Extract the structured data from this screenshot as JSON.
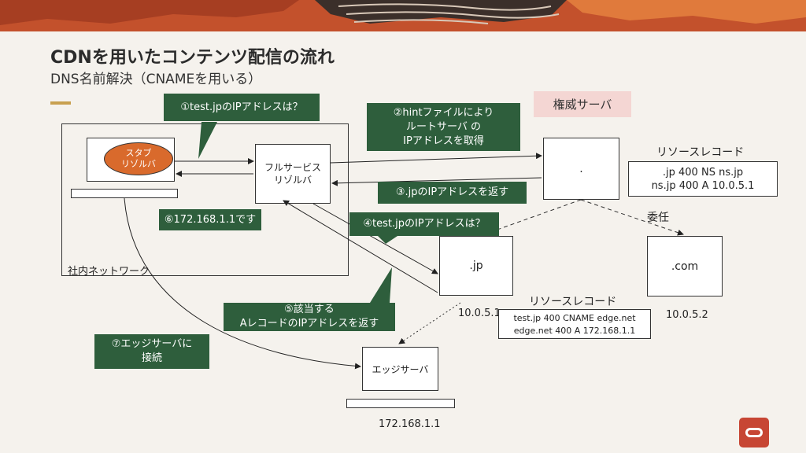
{
  "header": {
    "title": "CDNを用いたコンテンツ配信の流れ",
    "subtitle": "DNS名前解決（CNAMEを用いる）"
  },
  "network": {
    "label": "社内ネットワーク",
    "stub_resolver": "スタブ\nリゾルバ",
    "full_service_resolver": "フルサービス\nリゾルバ"
  },
  "servers": {
    "authoritative_label": "権威サーバ",
    "root_label": ".",
    "jp_label": ".jp",
    "com_label": ".com",
    "edge_label": "エッジサーバ",
    "jp_ip": "10.0.5.1",
    "com_ip": "10.0.5.2",
    "edge_ip": "172.168.1.1",
    "delegation_label": "委任"
  },
  "records": {
    "root_title": "リソースレコード",
    "root_lines": [
      ".jp  400 NS ns.jp",
      "ns.jp 400 A 10.0.5.1"
    ],
    "jp_title": "リソースレコード",
    "jp_lines": [
      "test.jp  400 CNAME edge.net",
      "edge.net 400 A 172.168.1.1"
    ]
  },
  "steps": {
    "s1": "①test.jpのIPアドレスは？",
    "s2": "②hintファイルにより\nルートサーバ の\nIPアドレスを取得",
    "s3": "③.jpのIPアドレスを返す",
    "s4": "④test.jpのIPアドレスは？",
    "s5": "⑤該当する\nAレコードのIPアドレスを返す",
    "s6": "⑥172.168.1.1です",
    "s7": "⑦エッジサーバに\n接続"
  },
  "colors": {
    "step_box": "#2e5e3c",
    "stub_resolver": "#d96a2c",
    "authoritative_box": "#f4d6d3",
    "logo": "#c74634"
  },
  "logo_icon": "oracle-logo-icon"
}
